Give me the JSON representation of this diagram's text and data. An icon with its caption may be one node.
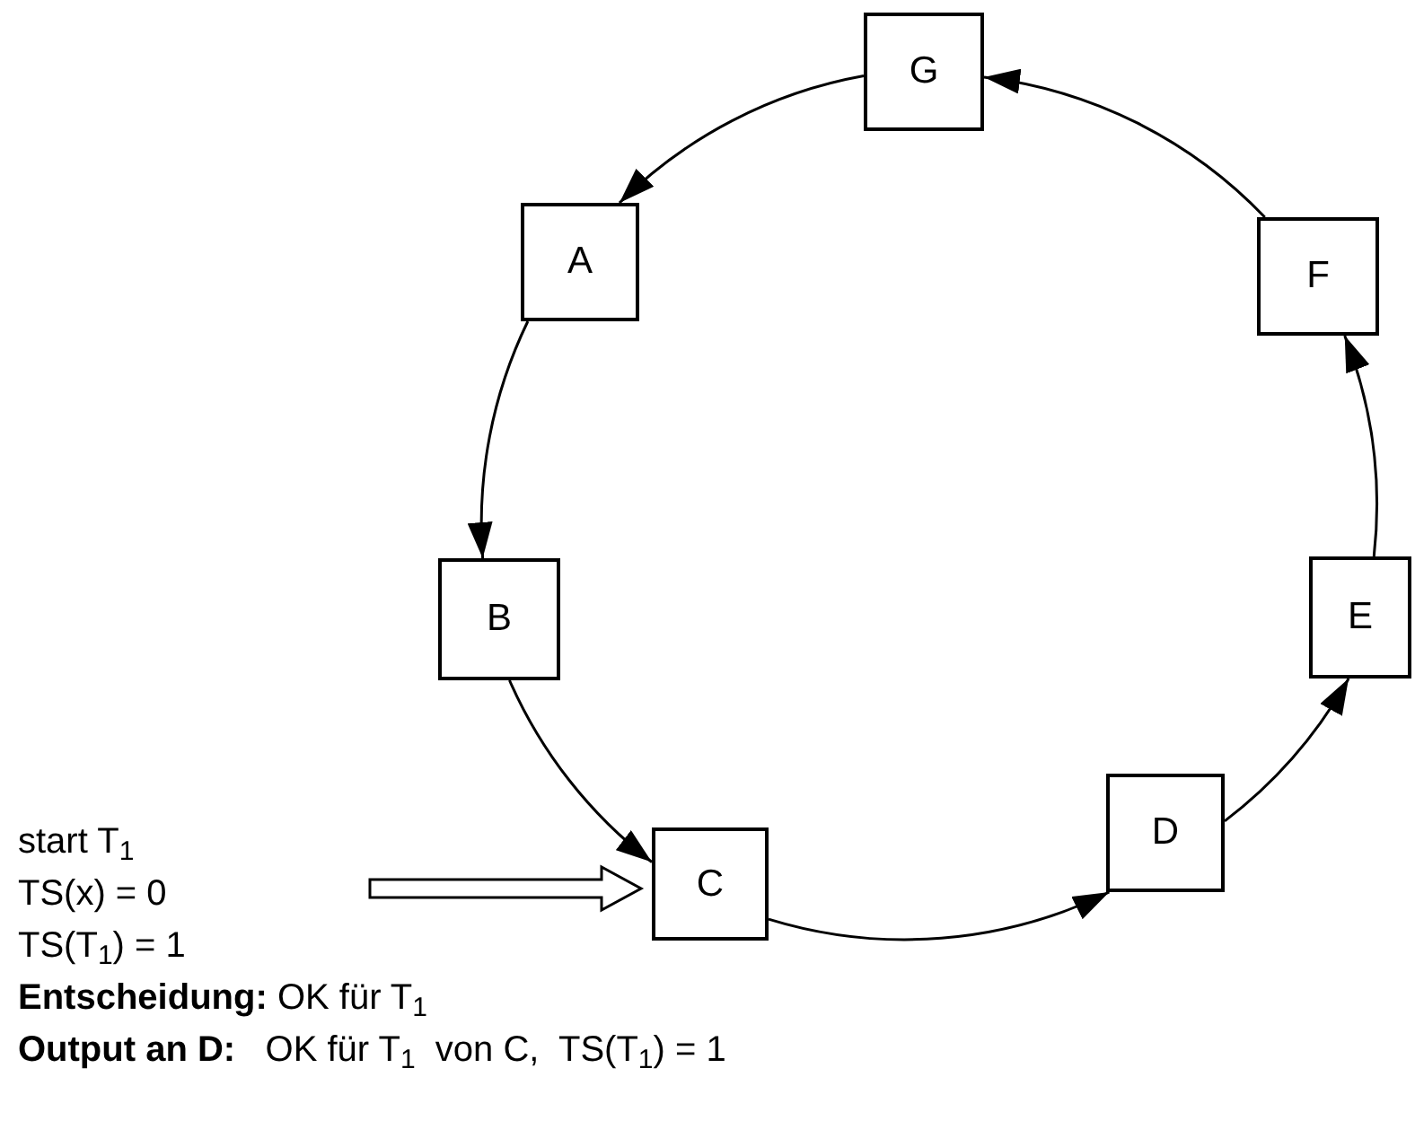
{
  "diagram": {
    "nodes": [
      {
        "text": [
          "A"
        ]
      },
      {
        "text": [
          "B"
        ]
      },
      {
        "text": [
          "C"
        ]
      },
      {
        "text": [
          "D"
        ]
      },
      {
        "text": [
          "E"
        ]
      },
      {
        "text": [
          "F"
        ]
      },
      {
        "text": [
          "G"
        ]
      },
      {
        "text": [
          "start T$_{1}$",
          "TS(x) = 0",
          "TS(T$_{1}$) = 1"
        ]
      }
    ],
    "edges": [
      {
        "from": 6,
        "to": 0,
        "arrow": "to"
      },
      {
        "from": 0,
        "to": 1,
        "arrow": "to"
      },
      {
        "from": 1,
        "to": 2,
        "arrow": "to"
      },
      {
        "from": 2,
        "to": 3,
        "arrow": "to"
      },
      {
        "from": 3,
        "to": 4,
        "arrow": "to"
      },
      {
        "from": 4,
        "to": 5,
        "arrow": "to"
      },
      {
        "from": 5,
        "to": 6,
        "arrow": "to"
      },
      {
        "from": 7,
        "to": 2,
        "arrow": "to"
      }
    ],
    "labels": [
      "**Entscheidung:** OK für T$_{1}$",
      "**Output an D:**   OK für T$_{1}$  von C,  TS(T$_{1}$) = 1"
    ]
  }
}
